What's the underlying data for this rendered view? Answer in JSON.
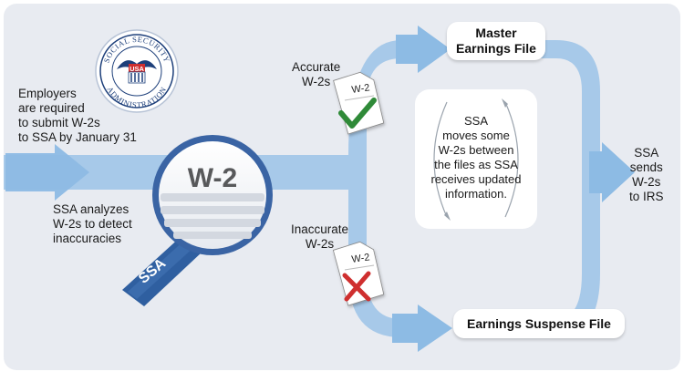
{
  "logo": {
    "ring_text": "SOCIAL SECURITY · ADMINISTRATION",
    "center_text": "USA"
  },
  "labels": {
    "employers": [
      "Employers",
      "are required",
      "to submit W-2s",
      "to SSA by January 31"
    ],
    "analyzes": [
      "SSA analyzes",
      "W-2s to detect",
      "inaccuracies"
    ],
    "accurate": [
      "Accurate",
      "W-2s"
    ],
    "inaccurate": [
      "Inaccurate",
      "W-2s"
    ],
    "sends": [
      "SSA",
      "sends",
      "W-2s",
      "to IRS"
    ]
  },
  "magnifier": {
    "lens_text": "W-2",
    "handle_text": "SSA"
  },
  "doc_labels": {
    "accurate_doc": "W-2",
    "inaccurate_doc": "W-2"
  },
  "boxes": {
    "master": [
      "Master",
      "Earnings File"
    ],
    "suspense": "Earnings Suspense File",
    "middle": [
      "SSA",
      "moves some",
      "W-2s between",
      "the files as SSA",
      "receives updated",
      "information."
    ]
  },
  "colors": {
    "panel": "#e8ebf1",
    "flow": "#a7c9e9",
    "arrow": "#8dbbe4",
    "handle": "#2f5fa0",
    "check": "#2f8a38",
    "cross": "#cf2f2f"
  }
}
